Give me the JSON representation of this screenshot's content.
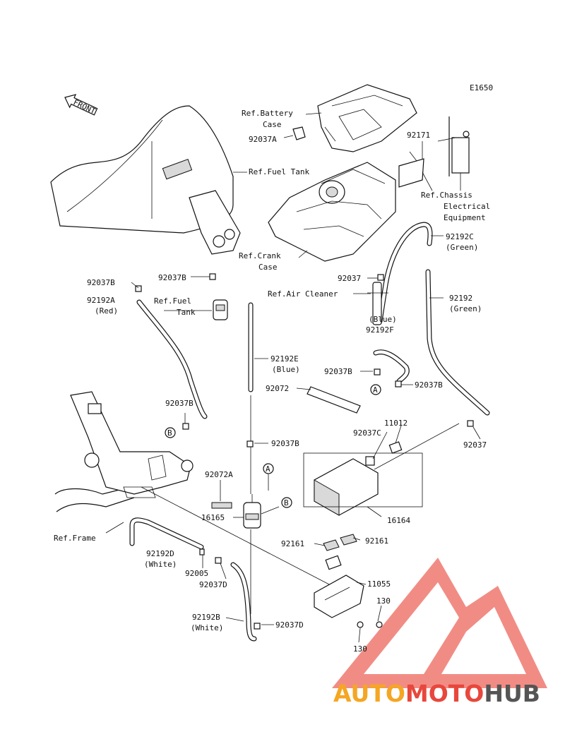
{
  "diagram_code": "E1650",
  "front_label": "FRONT",
  "callouts": {
    "ref_battery_case": [
      "Ref.Battery",
      "Case"
    ],
    "p92037A": "92037A",
    "p92171": "92171",
    "ref_chassis": [
      "Ref.Chassis",
      "Electrical",
      "Equipment"
    ],
    "ref_fuel_tank_top": "Ref.Fuel Tank",
    "p92192C": [
      "92192C",
      "(Green)"
    ],
    "ref_crank_case": [
      "Ref.Crank",
      "Case"
    ],
    "p92037_top": "92037",
    "ref_air_cleaner": "Ref.Air Cleaner",
    "p92192_green": [
      "92192",
      "(Green)"
    ],
    "p92037B_left": "92037B",
    "p92037B_mid": "92037B",
    "p92192A": [
      "92192A",
      "(Red)"
    ],
    "ref_fuel_tank_mid": [
      "Ref.Fuel",
      "Tank"
    ],
    "p92192F": [
      "(Blue)",
      "92192F"
    ],
    "p92192E": [
      "92192E",
      "(Blue)"
    ],
    "p92037B_a": "92037B",
    "p92037B_b": "92037B",
    "p92072": "92072",
    "p92037B_low": "92037B",
    "p11012": "11012",
    "p92037C": "92037C",
    "p92037_right": "92037",
    "p92037B_c": "92037B",
    "p92072A": "92072A",
    "p16165": "16165",
    "p16164": "16164",
    "ref_frame": "Ref.Frame",
    "p92161_left": "92161",
    "p92161_right": "92161",
    "p92192D": [
      "92192D",
      "(White)"
    ],
    "p92005": "92005",
    "p92037D_a": "92037D",
    "p11055": "11055",
    "p130_a": "130",
    "p92192B": [
      "92192B",
      "(White)"
    ],
    "p92037D_b": "92037D",
    "p130_b": "130"
  },
  "markers": {
    "A": "A",
    "B": "B"
  },
  "watermark": {
    "part1": "AUTO",
    "part2": "MOTO",
    "part3": "HUB",
    "color1": "#f5a623",
    "color2": "#e8473c",
    "color3": "#555555",
    "logo_color": "#f08078"
  }
}
